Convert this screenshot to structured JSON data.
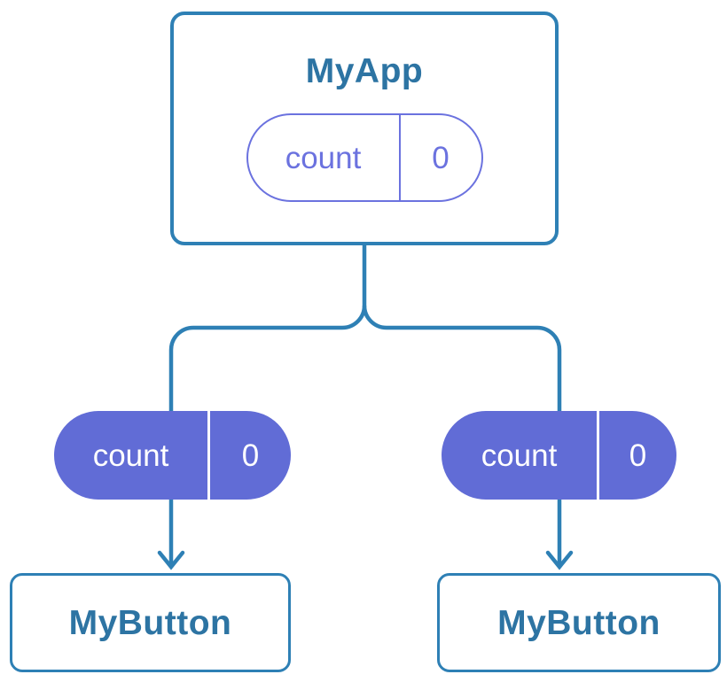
{
  "diagram": {
    "root": {
      "title": "MyApp",
      "state": {
        "name": "count",
        "value": "0"
      }
    },
    "children": [
      {
        "title": "MyButton",
        "prop": {
          "name": "count",
          "value": "0"
        }
      },
      {
        "title": "MyButton",
        "prop": {
          "name": "count",
          "value": "0"
        }
      }
    ]
  },
  "colors": {
    "background": "#ffffff",
    "connector": "#2e80b5",
    "node_border": "#2e80b5",
    "node_text": "#2d74a3",
    "pill_outline": "#6b72df",
    "pill_fill": "#616cd6",
    "pill_text_on_fill": "#ffffff"
  }
}
